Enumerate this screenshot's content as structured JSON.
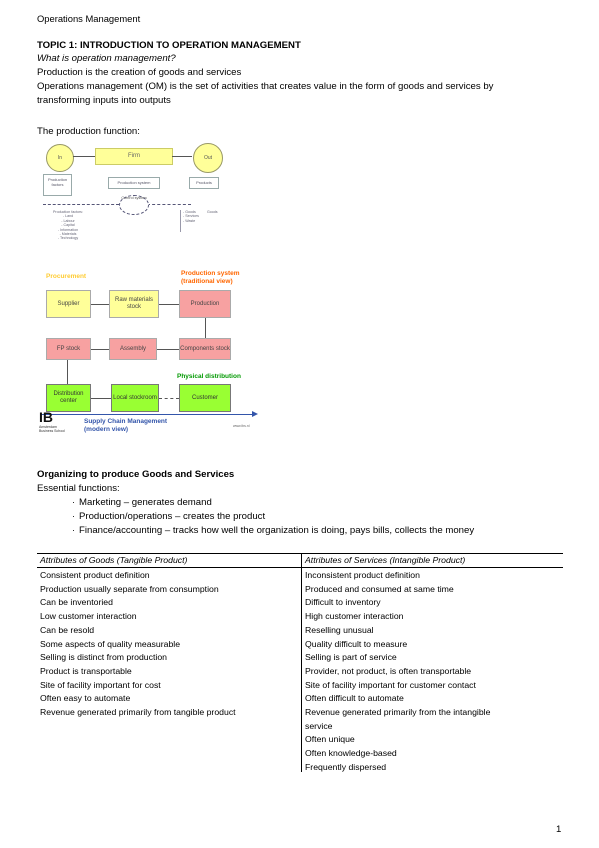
{
  "header": {
    "running_title": "Operations Management"
  },
  "topic": {
    "title": "TOPIC 1: INTRODUCTION TO OPERATION MANAGEMENT",
    "question": "What is operation management?",
    "line1": "Production is the creation of goods and services",
    "line2a": "Operations management (OM) is the set of activities that creates value in the form of goods and services by",
    "line2b": "transforming inputs into outputs"
  },
  "production_function": {
    "label": "The production function:",
    "figure": {
      "in": "In",
      "firm": "Firm",
      "out": "Out",
      "production_factors": "Production factors",
      "production_system": "Production system",
      "products": "Products",
      "control_system": "Control system",
      "inputs_list": [
        "Production factors:",
        "- Land",
        "- Labour",
        "- Capital",
        "- Information",
        "- Materials",
        "- Technology"
      ],
      "outputs_list": [
        "- Goods",
        "- Services",
        "- Waste"
      ],
      "outputs_side": "Goods"
    }
  },
  "supply_chain_figure": {
    "procurement": "Procurement",
    "production_system": "Production system",
    "traditional_view": "(traditional view)",
    "supplier": "Supplier",
    "raw_materials_stock": "Raw materials stock",
    "production": "Production",
    "fp_stock": "FP stock",
    "assembly": "Assembly",
    "components_stock": "Components stock",
    "physical_distribution": "Physical distribution",
    "distribution_center": "Distribution center",
    "local_stock_room": "Local stockroom",
    "customer": "Customer",
    "supply_chain_management": "Supply Chain Management",
    "modern_view": "(modern view)",
    "logo_text": "IB",
    "logo_sub": "Amsterdam Business School",
    "footer_small": "www.ibs.nl"
  },
  "organizing": {
    "title": "Organizing to produce Goods and Services",
    "essential": "Essential functions:",
    "bullets": [
      "Marketing – generates demand",
      "Production/operations – creates the product",
      "Finance/accounting – tracks how well the organization is doing, pays bills, collects the money"
    ]
  },
  "table": {
    "headers": [
      "Attributes of Goods (Tangible Product)",
      "Attributes of Services (Intangible Product)"
    ],
    "goods": [
      "Consistent product definition",
      "Production usually separate from consumption",
      "Can be inventoried",
      "Low customer interaction",
      "Can be resold",
      "Some aspects of quality measurable",
      "Selling is distinct from production",
      "Product is transportable",
      "Site of facility important for cost",
      "Often easy to automate",
      "Revenue generated primarily from tangible product"
    ],
    "services": [
      "Inconsistent product definition",
      "Produced and consumed at same time",
      "Difficult to inventory",
      "High customer interaction",
      "Reselling unusual",
      "Quality difficult to measure",
      "Selling is part of service",
      "Provider, not product, is often transportable",
      "Site of facility important for customer contact",
      "Often difficult to automate",
      "Revenue generated primarily from the intangible",
      "service",
      "Often unique",
      "Often knowledge-based",
      "Frequently dispersed"
    ]
  },
  "footer": {
    "page_number": "1"
  },
  "colors": {
    "yellow": "#ffff99",
    "pink": "#f7a1a1",
    "green": "#99ff33",
    "orange": "#ff6600",
    "blue": "#3355aa",
    "dark_green": "#009900"
  }
}
